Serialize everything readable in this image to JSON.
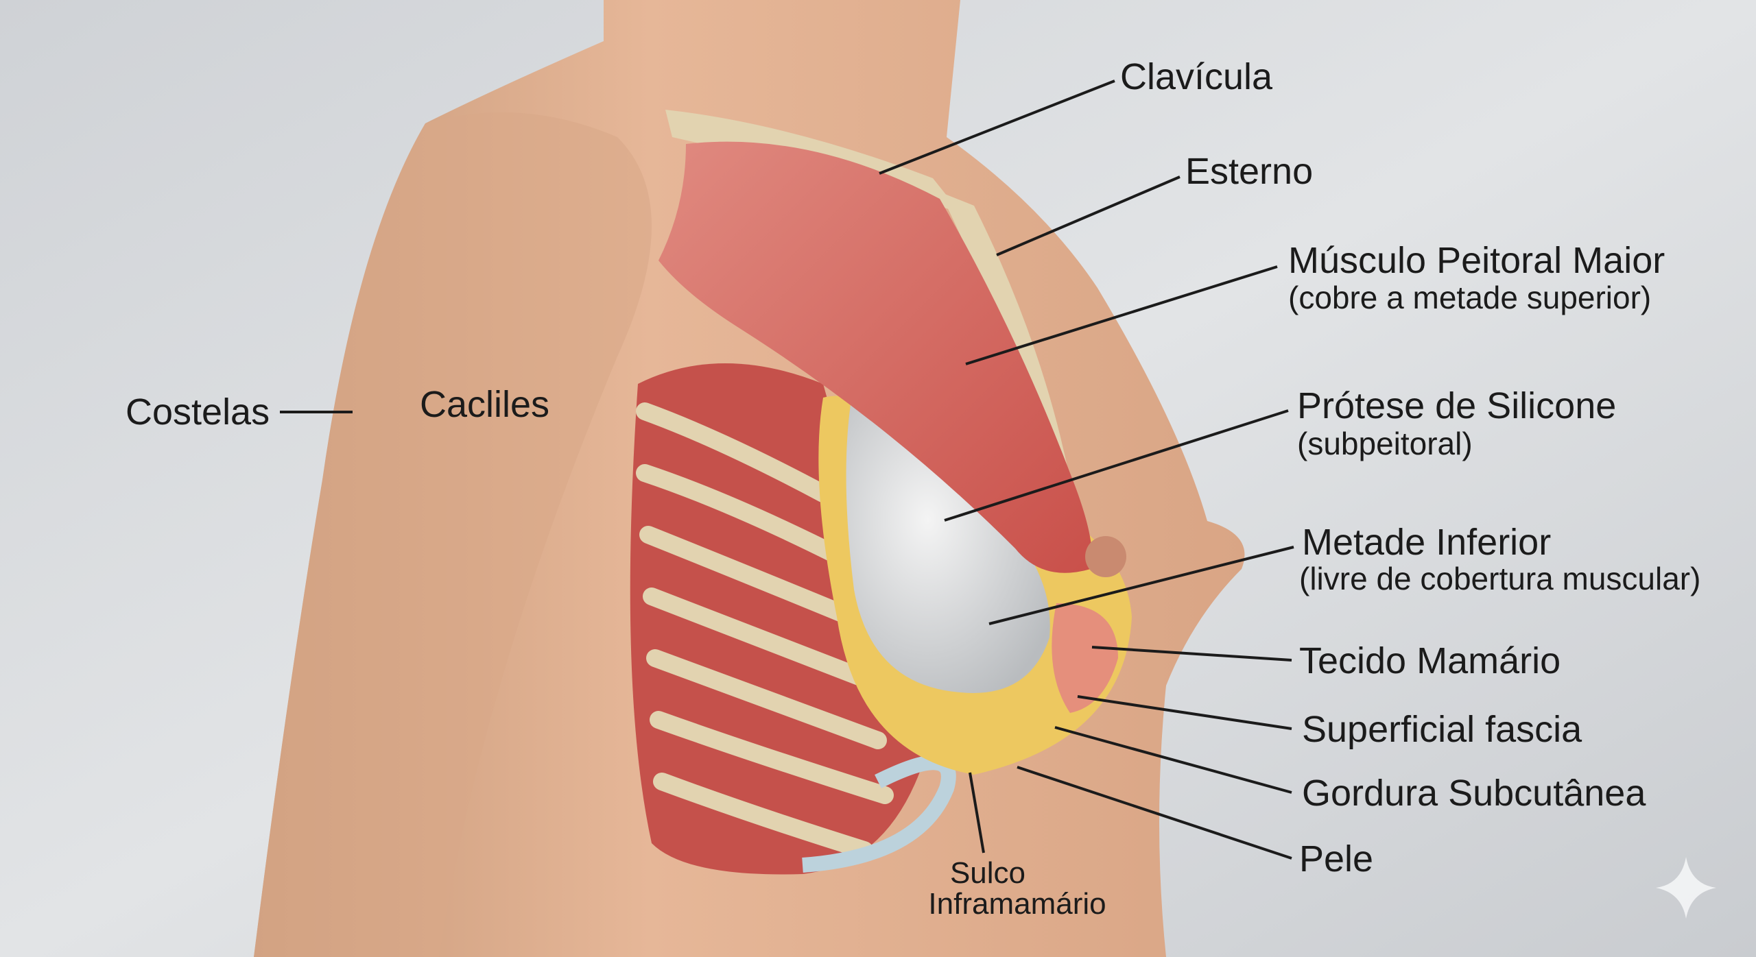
{
  "labels": {
    "clavicula": "Clavícula",
    "esterno": "Esterno",
    "musculo_title": "Músculo Peitoral Maior",
    "musculo_sub": "(cobre a metade superior)",
    "protese_title": "Prótese de Silicone",
    "protese_sub": "(subpeitoral)",
    "metade_title": "Metade Inferior",
    "metade_sub": "(livre de cobertura muscular)",
    "tecido": "Tecido Mamário",
    "fascia": "Superficial fascia",
    "gordura": "Gordura Subcutânea",
    "pele": "Pele",
    "sulco_line1": "Sulco",
    "sulco_line2": "Inframamário",
    "costelas": "Costelas",
    "cacliles": "Cacliles"
  },
  "colors": {
    "background": "#d3d6da",
    "skin": "#e0b08f",
    "muscle": "#d2615a",
    "bone": "#e2d3b0",
    "implant": "#e6e7e8",
    "fat": "#edc860"
  },
  "icons": {
    "corner": "sparkle-icon"
  }
}
